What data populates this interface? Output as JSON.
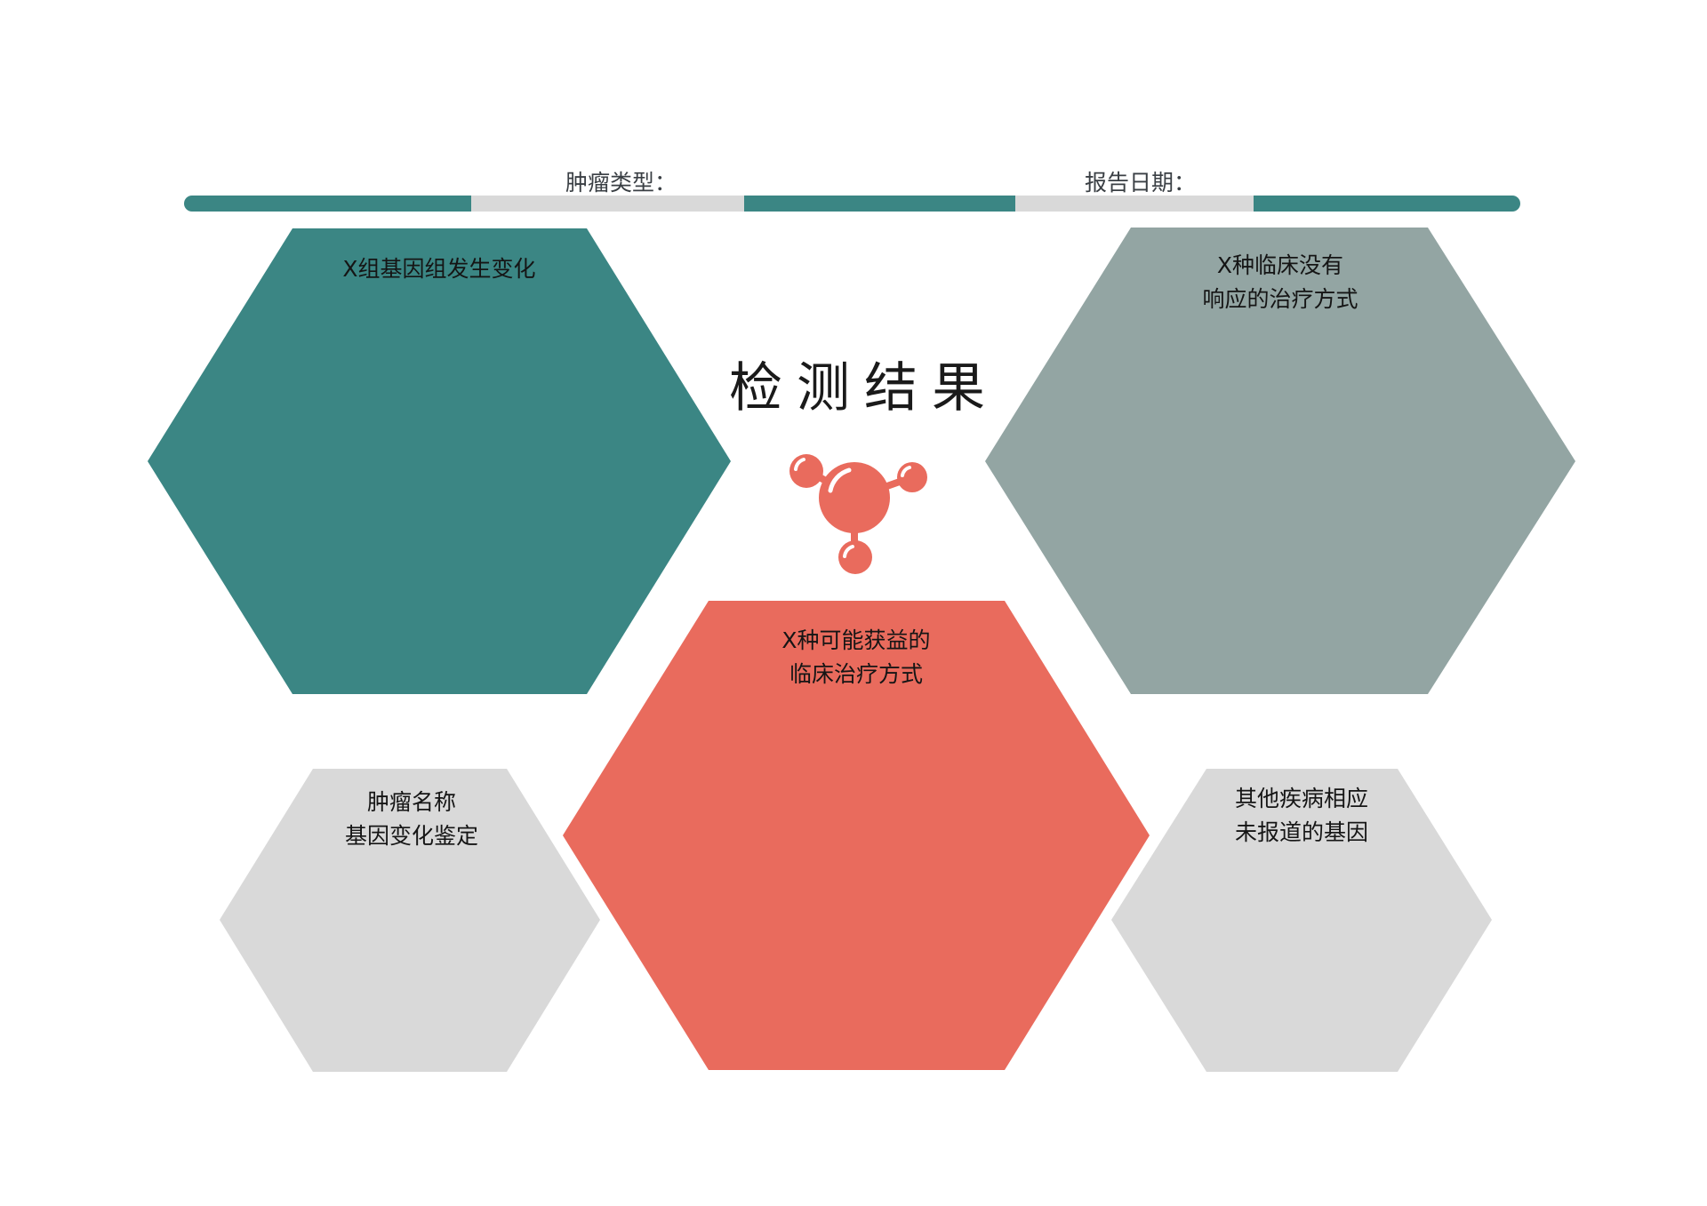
{
  "colors": {
    "teal": "#3b8684",
    "sage": "#93a5a3",
    "coral": "#e96b5d",
    "light_gray": "#d9d9d9",
    "text": "#151515"
  },
  "header": {
    "tumor_type_label": "肿瘤类型：",
    "report_date_label": "报告日期："
  },
  "title": "检测结果",
  "center_icon": "molecule-icon",
  "hexagons": {
    "genome_alterations": {
      "line1": "X组基因组发生变化",
      "line2": ""
    },
    "no_response_treatments": {
      "line1": "X种临床没有",
      "line2": "响应的治疗方式"
    },
    "beneficial_treatments": {
      "line1": "X种可能获益的",
      "line2": "临床治疗方式"
    },
    "tumor_gene_identification": {
      "line1": "肿瘤名称",
      "line2": "基因变化鉴定"
    },
    "other_disease_genes": {
      "line1": "其他疾病相应",
      "line2": "未报道的基因"
    }
  }
}
